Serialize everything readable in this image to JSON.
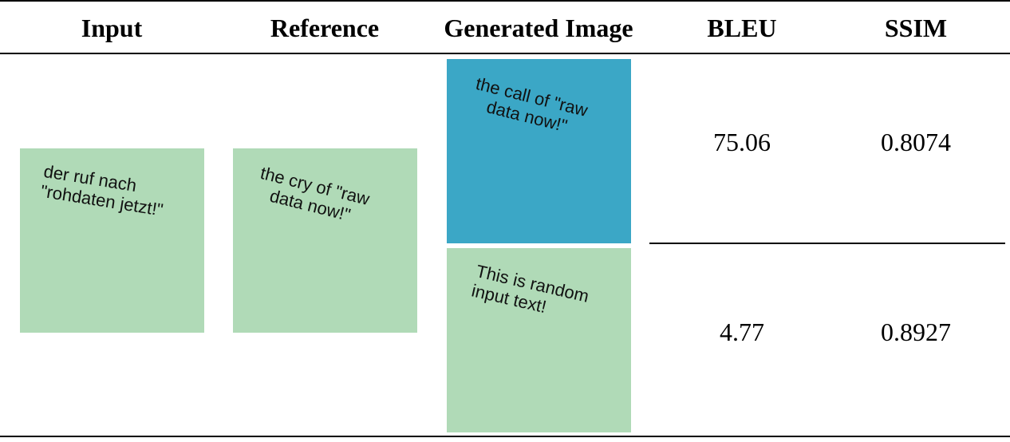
{
  "table": {
    "headers": {
      "input": "Input",
      "reference": "Reference",
      "generated": "Generated Image",
      "bleu": "BLEU",
      "ssim": "SSIM"
    },
    "input_card": {
      "line1": "der ruf nach",
      "line2": "\"rohdaten jetzt!\"",
      "color": "#b0dab7"
    },
    "reference_card": {
      "line1": "the cry of \"raw",
      "line2": "data now!\"",
      "color": "#b0dab7"
    },
    "rows": [
      {
        "generated_line1": "the call of \"raw",
        "generated_line2": "data now!\"",
        "generated_color": "#3ba7c6",
        "bleu": "75.06",
        "ssim": "0.8074"
      },
      {
        "generated_line1": "This is random",
        "generated_line2": "input text!",
        "generated_color": "#b0dab7",
        "bleu": "4.77",
        "ssim": "0.8927"
      }
    ]
  }
}
